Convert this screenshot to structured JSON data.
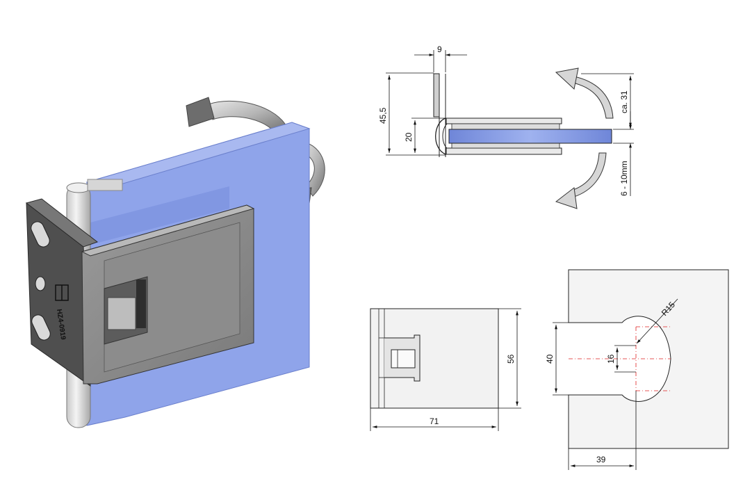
{
  "iso_view": {
    "engraving": "HZ4-0919"
  },
  "side_view": {
    "dim_thickness": "9",
    "dim_total_height": "45,5",
    "dim_clamp_height": "20",
    "dim_swing": "ca. 31",
    "dim_glass_thickness": "6 - 10mm"
  },
  "front_view": {
    "dim_height": "56",
    "dim_width": "71"
  },
  "cutout_view": {
    "dim_radius": "R15",
    "dim_slot_height": "40",
    "dim_center_height": "16",
    "dim_depth": "39"
  },
  "colors": {
    "glass": "#8fa4ea",
    "metal_dark": "#4e4e4e",
    "metal_mid": "#8a8a8a",
    "line": "#222222",
    "centerline": "#e02020"
  }
}
